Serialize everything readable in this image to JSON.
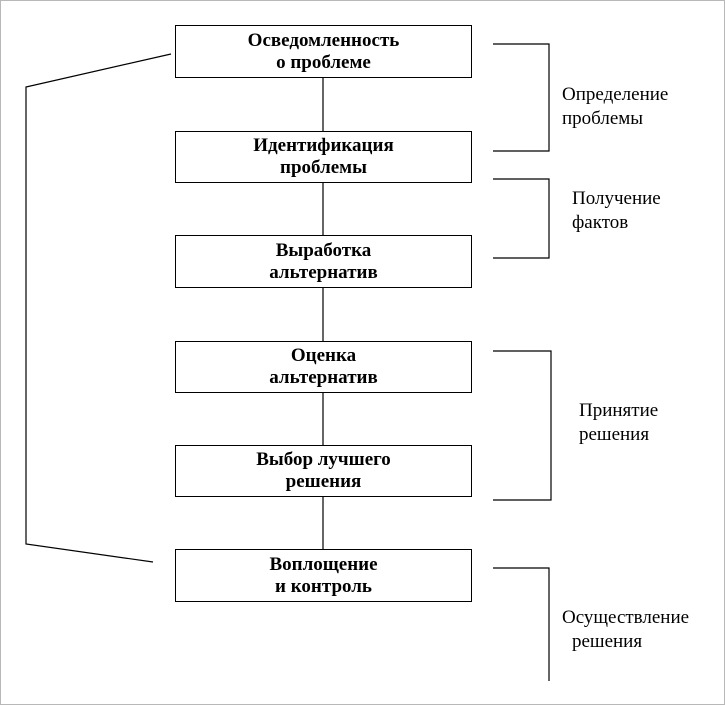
{
  "steps": [
    {
      "line1": "Осведомленность",
      "line2": "о проблеме"
    },
    {
      "line1": "Идентификация",
      "line2": "проблемы"
    },
    {
      "line1": "Выработка",
      "line2": "альтернатив"
    },
    {
      "line1": "Оценка",
      "line2": "альтернатив"
    },
    {
      "line1": "Выбор лучшего",
      "line2": "решения"
    },
    {
      "line1": "Воплощение",
      "line2": "и контроль"
    }
  ],
  "phases": [
    {
      "line1": "Определение",
      "line2": "проблемы"
    },
    {
      "line1": "Получение",
      "line2": "фактов"
    },
    {
      "line1": "Принятие",
      "line2": "решения"
    },
    {
      "line1": "Осуществление",
      "line2": "решения"
    }
  ],
  "colors": {
    "line": "#000000",
    "frame": "#b8b8b8"
  }
}
